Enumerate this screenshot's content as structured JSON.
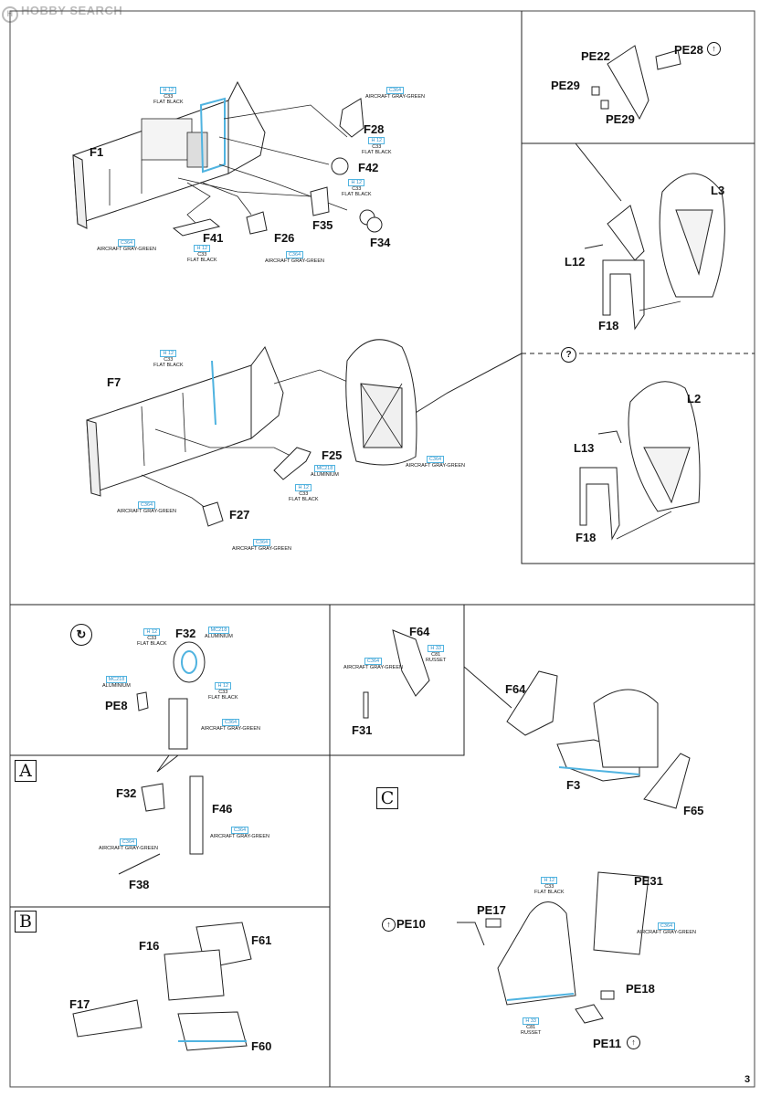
{
  "watermark": {
    "text": "HOBBY SEARCH"
  },
  "page_number": "3",
  "steps": {
    "a": "A",
    "b": "B",
    "c": "C"
  },
  "parts": {
    "f1": "F1",
    "f41": "F41",
    "f26": "F26",
    "f28": "F28",
    "f42": "F42",
    "f35": "F35",
    "f34": "F34",
    "f7": "F7",
    "f25": "F25",
    "f27": "F27",
    "pe22": "PE22",
    "pe28": "PE28",
    "pe29a": "PE29",
    "pe29b": "PE29",
    "l3": "L3",
    "l12": "L12",
    "f18a": "F18",
    "l2": "L2",
    "l13": "L13",
    "f18b": "F18",
    "f32a": "F32",
    "pe8": "PE8",
    "f64a": "F64",
    "f31": "F31",
    "f64b": "F64",
    "f3": "F3",
    "f65": "F65",
    "f32b": "F32",
    "f46": "F46",
    "f38": "F38",
    "f16": "F16",
    "f61": "F61",
    "f17": "F17",
    "f60": "F60",
    "pe31": "PE31",
    "pe17": "PE17",
    "pe10": "PE10",
    "pe18": "PE18",
    "pe11": "PE11"
  },
  "paints": {
    "p_f1_top": {
      "code": "H 12",
      "line2": "C33",
      "name": "FLAT BLACK"
    },
    "p_f1_gg": {
      "code": "C364",
      "name": "AIRCRAFT GRAY-GREEN"
    },
    "p_f41": {
      "code": "H 12",
      "line2": "C33",
      "name": "FLAT BLACK"
    },
    "p_f26": {
      "code": "C364",
      "name": "AIRCRAFT GRAY-GREEN"
    },
    "p_f28_gg": {
      "code": "C364",
      "name": "AIRCRAFT GRAY-GREEN"
    },
    "p_f28_bk": {
      "code": "H 12",
      "line2": "C33",
      "name": "FLAT BLACK"
    },
    "p_f34": {
      "code": "H 12",
      "line2": "C33",
      "name": "FLAT BLACK"
    },
    "p_f7_top": {
      "code": "H 12",
      "line2": "C33",
      "name": "FLAT BLACK"
    },
    "p_f7_gg": {
      "code": "C364",
      "name": "AIRCRAFT GRAY-GREEN"
    },
    "p_f25_al": {
      "code": "MC218",
      "name": "ALUMINIUM"
    },
    "p_f25_bk": {
      "code": "H 12",
      "line2": "C33",
      "name": "FLAT BLACK"
    },
    "p_f27": {
      "code": "C364",
      "name": "AIRCRAFT GRAY-GREEN"
    },
    "p_bulk": {
      "code": "C364",
      "name": "AIRCRAFT GRAY-GREEN"
    },
    "p_f32_bk": {
      "code": "H 12",
      "line2": "C33",
      "name": "FLAT BLACK"
    },
    "p_f32_al": {
      "code": "MC218",
      "name": "ALUMINIUM"
    },
    "p_pe8_al": {
      "code": "MC218",
      "name": "ALUMINIUM"
    },
    "p_f32_bk2": {
      "code": "H 12",
      "line2": "C33",
      "name": "FLAT BLACK"
    },
    "p_f32_gg": {
      "code": "C364",
      "name": "AIRCRAFT GRAY-GREEN"
    },
    "p_f64_gg": {
      "code": "C364",
      "name": "AIRCRAFT GRAY-GREEN"
    },
    "p_f64_ru": {
      "code": "H 33",
      "line2": "C81",
      "name": "RUSSET"
    },
    "p_f38": {
      "code": "C364",
      "name": "AIRCRAFT GRAY-GREEN"
    },
    "p_f46": {
      "code": "C364",
      "name": "AIRCRAFT GRAY-GREEN"
    },
    "p_seat_bk": {
      "code": "H 12",
      "line2": "C33",
      "name": "FLAT BLACK"
    },
    "p_pe31": {
      "code": "C364",
      "name": "AIRCRAFT GRAY-GREEN"
    },
    "p_seat_ru": {
      "code": "H 33",
      "line2": "C81",
      "name": "RUSSET"
    }
  },
  "colors": {
    "accent": "#4fb3e0",
    "line": "#111111"
  }
}
